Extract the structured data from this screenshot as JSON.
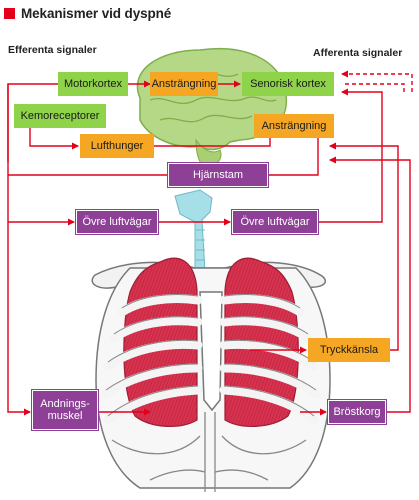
{
  "title": "Mekanismer vid dyspné",
  "headings": {
    "efferent": "Efferenta signaler",
    "afferent": "Afferenta signaler"
  },
  "labels": {
    "motorkortex": "Motorkortex",
    "anstrangning_top": "Ansträngning",
    "senorisk_kortex": "Senorisk kortex",
    "kemoreceptorer": "Kemoreceptorer",
    "lufthunger": "Lufthunger",
    "anstrangning_mid": "Ansträngning",
    "hjarnstam": "Hjärnstam",
    "ovre_luftvagar_left": "Övre luftvägar",
    "ovre_luftvagar_right": "Övre luftvägar",
    "tryckkansla": "Tryckkänsla",
    "andningsmuskel": "Andnings-\nmuskel",
    "brostkorg": "Bröstkorg"
  },
  "colors": {
    "title_square": "#e3001b",
    "green_box": "#8fd34a",
    "orange_box": "#f5a623",
    "purple_box": "#8e3f96",
    "arrow": "#e3001b",
    "lung": "#d8324f",
    "brain": "#a9d07a",
    "trachea": "#a7dfe8"
  },
  "icons": [
    "brain-illustration",
    "trachea-illustration",
    "ribcage-illustration",
    "lung-illustration"
  ]
}
